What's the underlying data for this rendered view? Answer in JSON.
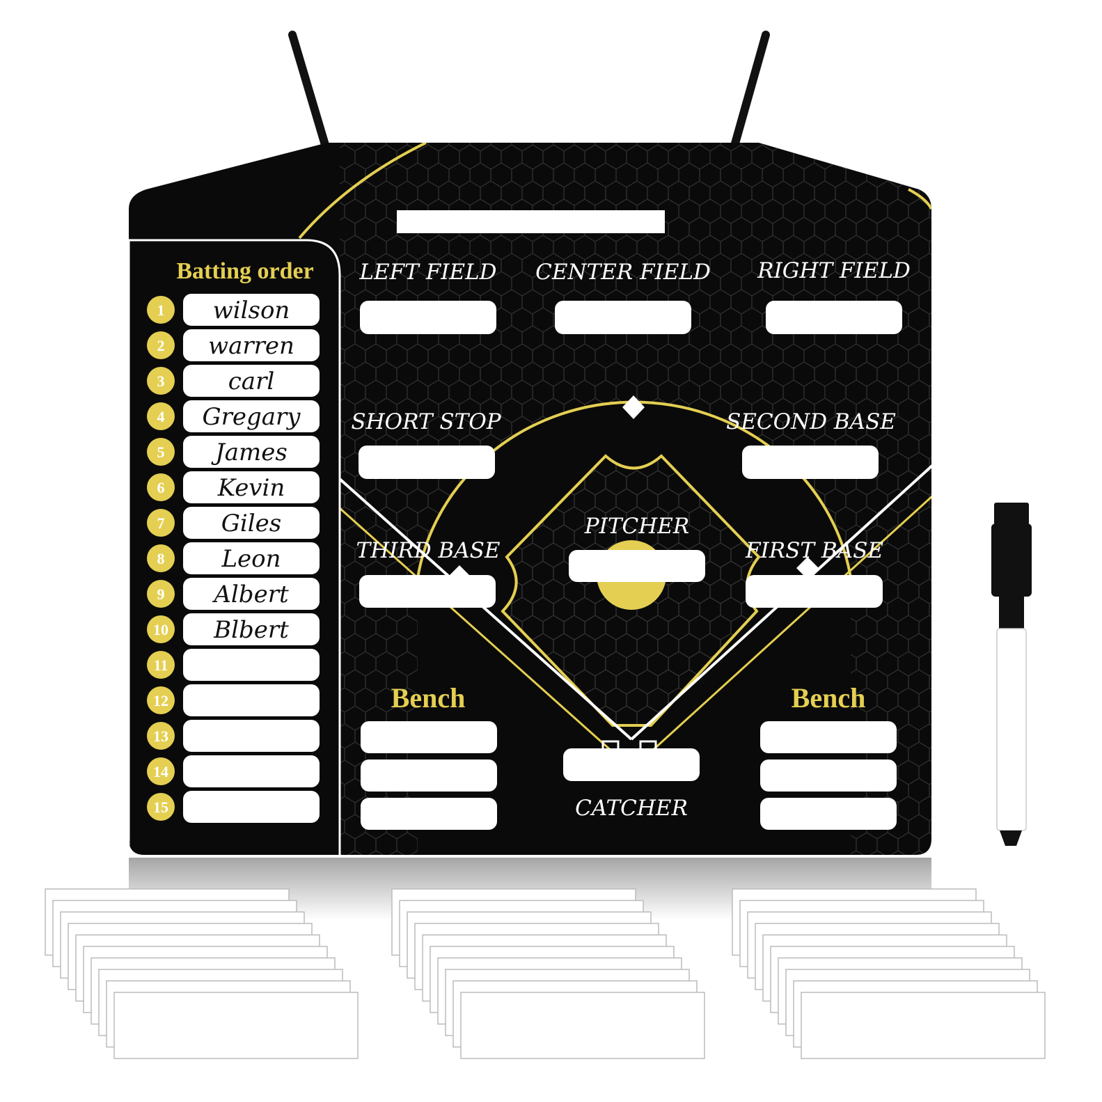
{
  "board": {
    "batting_order_title": "Batting order",
    "batting_order": [
      {
        "number": "1",
        "name": "wilson"
      },
      {
        "number": "2",
        "name": "warren"
      },
      {
        "number": "3",
        "name": "carl"
      },
      {
        "number": "4",
        "name": "Gregary"
      },
      {
        "number": "5",
        "name": "James"
      },
      {
        "number": "6",
        "name": "Kevin"
      },
      {
        "number": "7",
        "name": "Giles"
      },
      {
        "number": "8",
        "name": "Leon"
      },
      {
        "number": "9",
        "name": "Albert"
      },
      {
        "number": "10",
        "name": "Blbert"
      },
      {
        "number": "11",
        "name": ""
      },
      {
        "number": "12",
        "name": ""
      },
      {
        "number": "13",
        "name": ""
      },
      {
        "number": "14",
        "name": ""
      },
      {
        "number": "15",
        "name": ""
      }
    ],
    "positions": {
      "left_field": "LEFT FIELD",
      "center_field": "CENTER FIELD",
      "right_field": "RIGHT FIELD",
      "short_stop": "SHORT STOP",
      "second_base": "SECOND BASE",
      "pitcher": "PITCHER",
      "third_base": "THIRD BASE",
      "first_base": "FIRST BASE",
      "catcher": "CATCHER"
    },
    "bench_left": "Bench",
    "bench_right": "Bench"
  },
  "colors": {
    "board": "#0b0a0a",
    "accent_yellow": "#e4cf52",
    "hex_grid": "#3a3a3a"
  }
}
